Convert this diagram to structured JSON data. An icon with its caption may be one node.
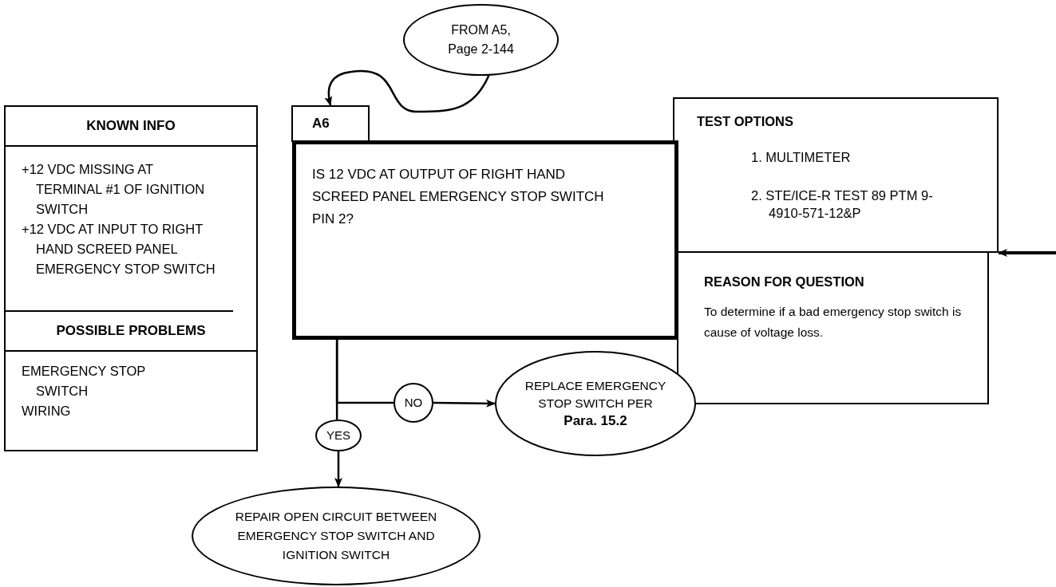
{
  "diagram": {
    "nodes": [
      {
        "text": [
          "FROM A5, Page 2-144"
        ]
      },
      {
        "text": [
          "A6"
        ]
      },
      {
        "text": [
          "IS 12 VDC AT OUTPUT OF RIGHT HAND SCREED PANEL EMERGENCY STOP SWITCH PIN 2?"
        ]
      },
      {
        "text": [
          "KNOWN INFO",
          "+12 VDC MISSING AT TERMINAL #1 OF IGNITION SWITCH",
          "+12 VDC AT INPUT TO RIGHT HAND SCREED PANEL EMERGENCY STOP SWITCH",
          "POSSIBLE PROBLEMS",
          "EMERGENCY STOP SWITCH",
          "WIRING"
        ]
      },
      {
        "text": [
          "TEST OPTIONS",
          "1. MULTIMETER",
          "2. STE/ICE-R TEST 89 PTM 9-4910-571-12&P"
        ]
      },
      {
        "text": [
          "REASON FOR QUESTION",
          "To determine if a bad emergency stop switch is cause of voltage loss."
        ]
      },
      {
        "text": [
          "NO"
        ]
      },
      {
        "text": [
          "YES"
        ]
      },
      {
        "text": [
          "REPLACE EMERGENCY STOP SWITCH PER",
          "Para. 15.2"
        ]
      },
      {
        "text": [
          "REPAIR OPEN CIRCUIT BETWEEN EMERGENCY STOP SWITCH AND IGNITION SWITCH"
        ]
      }
    ],
    "edges": [
      {
        "from": 0,
        "to": 1,
        "arrow": "to"
      },
      {
        "from": 2,
        "to": 6,
        "arrow": "none"
      },
      {
        "from": 6,
        "to": 8,
        "arrow": "to"
      },
      {
        "from": 2,
        "to": 7,
        "arrow": "none"
      },
      {
        "from": 7,
        "to": 9,
        "arrow": "to"
      },
      {
        "from": null,
        "to": 4,
        "arrow": "to"
      }
    ]
  }
}
